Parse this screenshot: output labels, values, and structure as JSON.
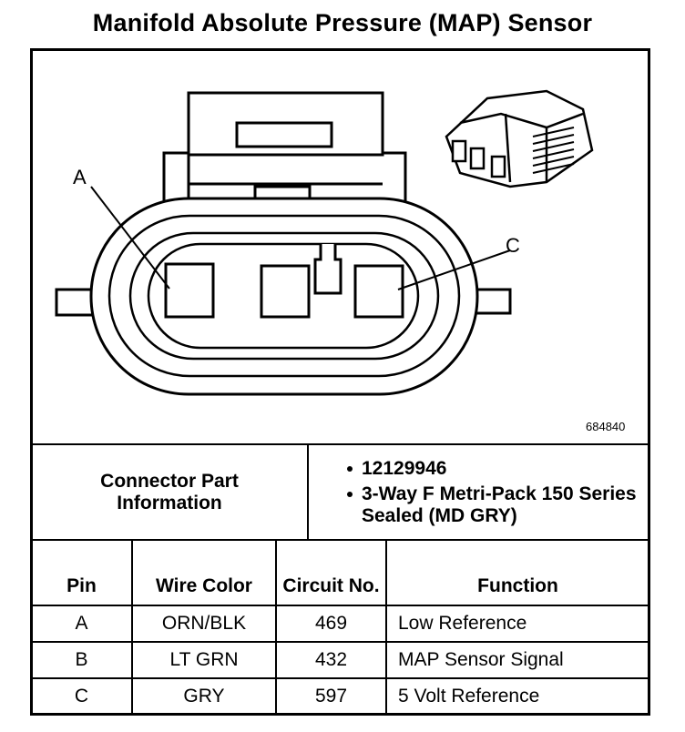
{
  "title": "Manifold Absolute Pressure (MAP) Sensor",
  "diagram": {
    "pin_labels": [
      "A",
      "C"
    ],
    "figure_number": "684840"
  },
  "connector_info": {
    "heading": "Connector Part Information",
    "bullets": [
      "12129946",
      "3-Way F Metri-Pack 150 Series Sealed (MD GRY)"
    ]
  },
  "pin_table": {
    "headers": [
      "Pin",
      "Wire Color",
      "Circuit No.",
      "Function"
    ],
    "rows": [
      [
        "A",
        "ORN/BLK",
        "469",
        "Low Reference"
      ],
      [
        "B",
        "LT GRN",
        "432",
        "MAP Sensor Signal"
      ],
      [
        "C",
        "GRY",
        "597",
        "5 Volt Reference"
      ]
    ]
  }
}
